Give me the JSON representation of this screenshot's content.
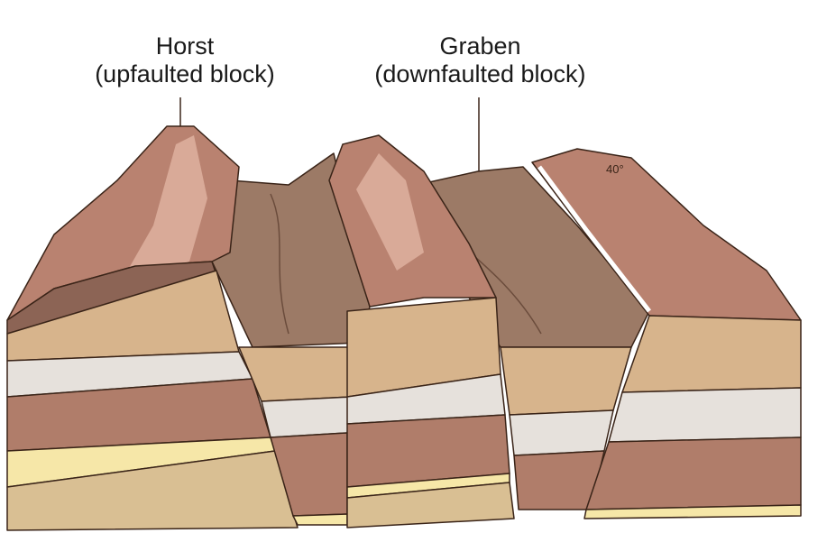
{
  "labels": {
    "horst_title": "Horst",
    "horst_sub": "(upfaulted block)",
    "graben_title": "Graben",
    "graben_sub": "(downfaulted block)",
    "dip": "40°"
  },
  "colors": {
    "mountain": "#b98270",
    "mountain_light": "#d9aa98",
    "valley": "#9c7a66",
    "tan": "#d7b48c",
    "limestone": "#e6e1dc",
    "brown": "#b07d6a",
    "yellow": "#f6e7a8",
    "sand": "#d9bf93",
    "outline": "#3a2418"
  }
}
